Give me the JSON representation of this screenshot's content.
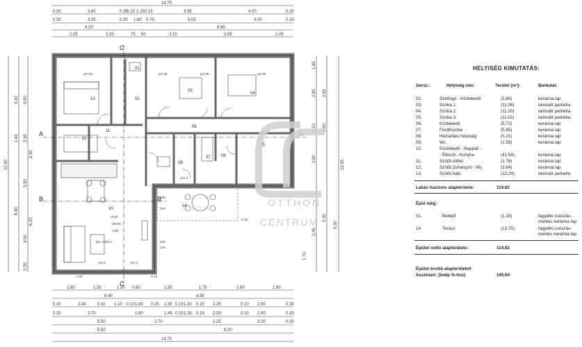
{
  "plan": {
    "total_width": "14.70",
    "top_dims_row1": [
      "0.30",
      "3.60",
      "0.30",
      "0.15",
      "1.25",
      "0.15",
      "3.95",
      "4.00",
      "0.30"
    ],
    "top_dims_row2": [
      "0.30",
      "3.30",
      "0.30",
      "1.80",
      "0.75",
      "5.05",
      "3.00",
      "0.30"
    ],
    "top_dims_row3": [
      "4.20",
      "8.65"
    ],
    "top_dims_row4": [
      "2.25",
      "2.25",
      "75",
      "50",
      "3.15",
      "3.95",
      "2.25"
    ],
    "bottom_dims_row1": [
      "1.85",
      "1.35",
      "1.50",
      "0.60",
      "1.85",
      "1.75",
      "2.60",
      "1.90"
    ],
    "bottom_dims_row2": [
      "6.40",
      "4.95"
    ],
    "bottom_dims_row3": [
      "0.30",
      "2.40",
      "0.30",
      "1.10",
      "0.10",
      "1.80",
      "0.25",
      "1.35",
      "0.15",
      "1.20",
      "0.15",
      "2.25",
      "0.10",
      "2.90",
      "0.30"
    ],
    "bottom_dims_row4": [
      "0.30",
      "3.70",
      "1.80",
      "1.45",
      "0.15",
      "1.25",
      "0.15",
      "2.25",
      "0.10",
      "2.90",
      "0.30"
    ],
    "bottom_dims_row5": [
      "5.50",
      "2.70",
      "2.25",
      "3.30",
      "0.30"
    ],
    "bottom_dims_row6": [
      "5.50",
      "8.30"
    ],
    "bottom_total": "14.70",
    "left_total": "12.90",
    "left_dims": [
      "4.30",
      "4.00",
      "1.60",
      "2.30",
      "2.40",
      "3.30",
      "6.80",
      "3.50",
      "6.20",
      "0.30"
    ],
    "right_total": "12.90",
    "right_dims": [
      "1.85",
      "2.80",
      "2.80",
      "1.10",
      "1.90",
      "2.80",
      "5.30",
      "2.45",
      "1.70",
      "5.30"
    ],
    "section_labels": [
      "A",
      "A",
      "B",
      "B",
      "C",
      "C"
    ],
    "room_numbers": [
      "13",
      "12",
      "11",
      "04",
      "03",
      "02",
      "05",
      "06",
      "07",
      "08",
      "09",
      "10",
      "14",
      "01"
    ],
    "annotations": [
      "pm 60",
      "pm 90",
      "pm 90",
      "pm 90",
      "+0.00",
      "140.05",
      "mBf.",
      "Bm. 2.80 m.",
      "pm 0",
      "pm 0",
      "pm 0",
      "-0.15",
      "-0.20",
      "-0.15",
      "190",
      "240",
      "200",
      "140"
    ]
  },
  "watermark": {
    "line1": "OTTHON",
    "line2": "CENTRUM"
  },
  "table": {
    "title": "HELYISÉG KIMUTATÁS:",
    "headers": [
      "Sorsz.:",
      "Helyiség név:",
      "Terület (m²):",
      "Burkolat:"
    ],
    "rows": [
      {
        "no": "02.",
        "name": "Szélfogó - Közlekedő",
        "area": "(3.80)",
        "floor": "kerámia lap"
      },
      {
        "no": "03.",
        "name": "Szoba 1.",
        "area": "(11.06)",
        "floor": "laminált parketta"
      },
      {
        "no": "04.",
        "name": "Szoba 2.",
        "area": "(11.20)",
        "floor": "laminált parketta"
      },
      {
        "no": "05.",
        "name": "Szoba 3.",
        "area": "(11.02)",
        "floor": "laminált parketta"
      },
      {
        "no": "06.",
        "name": "Közlekedő",
        "area": "(5.72)",
        "floor": "kerámia lap"
      },
      {
        "no": "07.",
        "name": "Fürdőszoba",
        "area": "(5.85)",
        "floor": "kerámia lap"
      },
      {
        "no": "08.",
        "name": "Háztartási helyiség",
        "area": "(5.21)",
        "floor": "kerámia lap"
      },
      {
        "no": "09.",
        "name": "Wc",
        "area": "(1.55)",
        "floor": "kerámia lap"
      },
      {
        "no": "10.",
        "name": "Közlekedő - Nappali -",
        "area": "",
        "floor": ""
      },
      {
        "no": "",
        "name": "- Étkező - Konyha",
        "area": "(41.54)",
        "floor": "kerámia lap"
      },
      {
        "no": "11.",
        "name": "Szülői előtér",
        "area": "(1.76)",
        "floor": "kerámia lap"
      },
      {
        "no": "12.",
        "name": "Szülői Zuhanyzó - Wc",
        "area": "(3.84)",
        "floor": "kerámia lap"
      },
      {
        "no": "13.",
        "name": "Szülői háló",
        "area": "(12.24)",
        "floor": "laminált parketta"
      }
    ],
    "useful_label": "Lakás hasznos alapterülete:",
    "useful_value": "114.82",
    "also_label": "Épül még:",
    "extra_rows": [
      {
        "no": "01.",
        "name": "Belépő",
        "area": "(1.15)",
        "floor1": "fagyálló csúszás-",
        "floor2": "mentes kerámia lap"
      },
      {
        "no": "14.",
        "name": "Terasz",
        "area": "(13.75)",
        "floor1": "fagyálló csúszás-",
        "floor2": "mentes kerámia lap"
      }
    ],
    "net_label": "Épület nettó alapterülete:",
    "net_value": "114.82",
    "gross_label1": "Épület bruttó alapterülete0",
    "gross_label2": "összesen: (beép %-hoz)",
    "gross_value": "145.64"
  }
}
